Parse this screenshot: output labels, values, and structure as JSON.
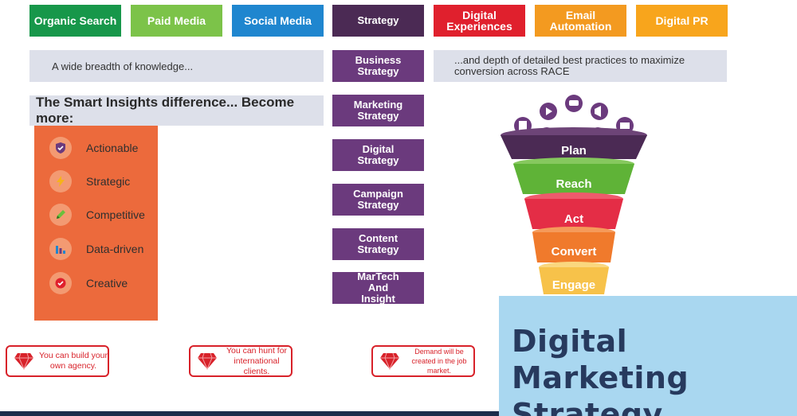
{
  "top_tags": [
    {
      "label": "Organic Search",
      "color": "#17974a"
    },
    {
      "label": "Paid Media",
      "color": "#7cc349"
    },
    {
      "label": "Social Media",
      "color": "#1f86cf"
    },
    {
      "label": "Digital Experiences",
      "color": "#e0202d"
    },
    {
      "label": "Email Automation",
      "color": "#f39a20"
    },
    {
      "label": "Digital PR",
      "color": "#f8a51c"
    }
  ],
  "strategy_column": {
    "header": "Strategy",
    "items": [
      "Business Strategy",
      "Marketing Strategy",
      "Digital Strategy",
      "Campaign Strategy",
      "Content Strategy",
      "MarTech And Insight"
    ]
  },
  "left_banner": "A wide breadth of knowledge...",
  "right_banner": "...and depth of detailed best practices to maximize conversion across RACE",
  "difference_title": "The Smart Insights difference... Become more:",
  "benefits": [
    {
      "label": "Actionable",
      "icon": "shield-check-icon"
    },
    {
      "label": "Strategic",
      "icon": "lightning-icon"
    },
    {
      "label": "Competitive",
      "icon": "pencil-icon"
    },
    {
      "label": "Data-driven",
      "icon": "bar-chart-icon"
    },
    {
      "label": "Creative",
      "icon": "badge-check-icon"
    }
  ],
  "funnel": [
    {
      "label": "Plan",
      "color": "#4b2a54"
    },
    {
      "label": "Reach",
      "color": "#5fb337"
    },
    {
      "label": "Act",
      "color": "#e42d46"
    },
    {
      "label": "Convert",
      "color": "#f07a2c"
    },
    {
      "label": "Engage",
      "color": "#f7c24a"
    }
  ],
  "ruby_cards": [
    "You can build your own agency.",
    "You can hunt for international clients.",
    "Demand will be created in the job market."
  ],
  "hero_title": "Digital Marketing Strategy"
}
